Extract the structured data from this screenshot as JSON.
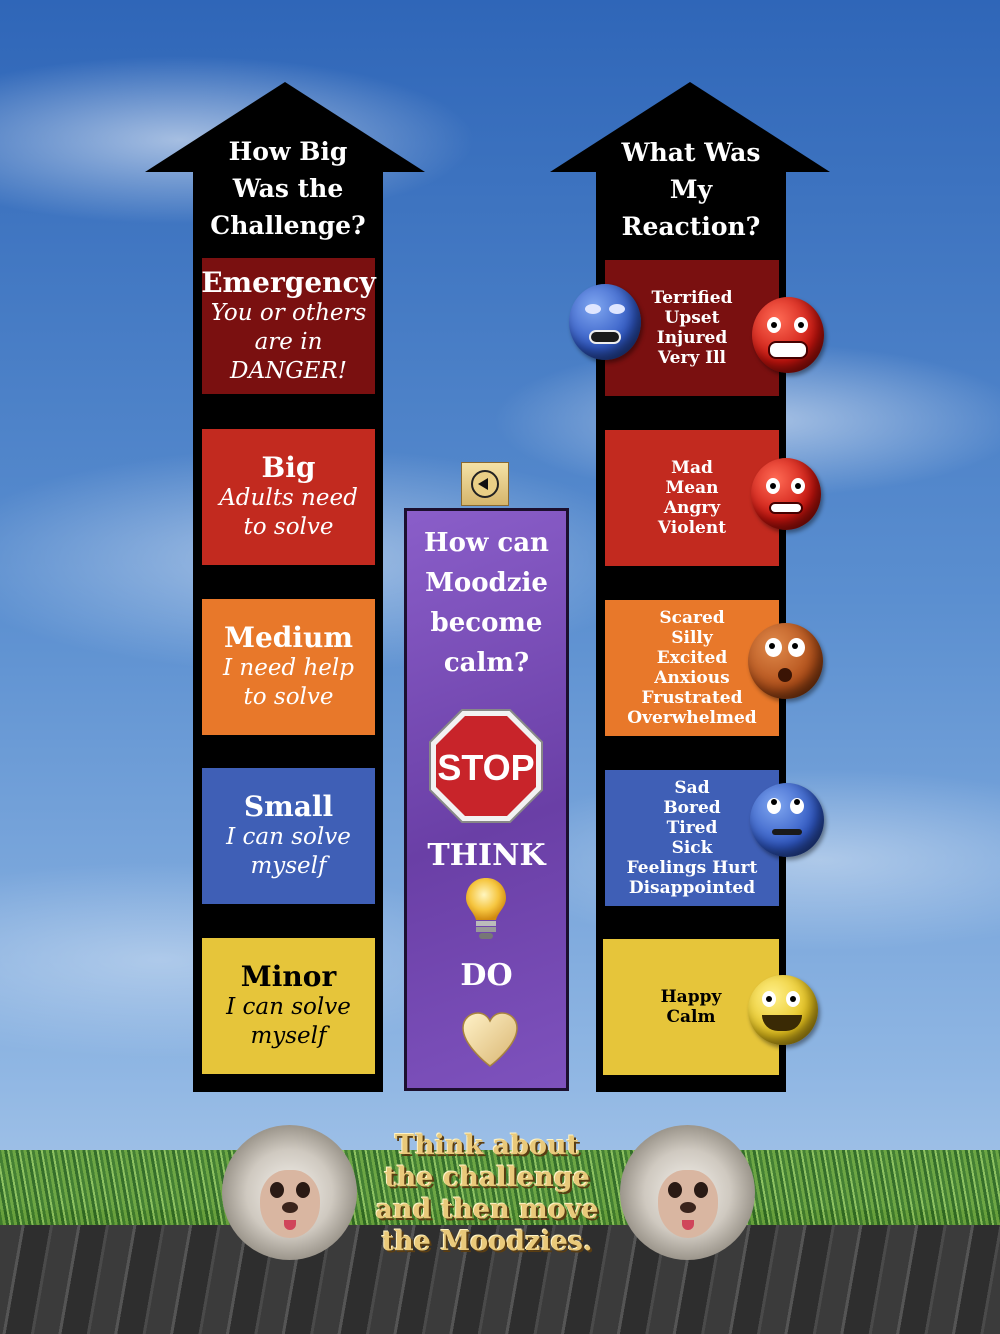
{
  "left_column": {
    "title_lines": [
      "How Big",
      "Was the",
      "Challenge?"
    ],
    "levels": [
      {
        "name": "Emergency",
        "desc_lines": [
          "You or others",
          "are in",
          "DANGER!"
        ],
        "color": "#7a1010",
        "name_color": "#ffffff",
        "desc_color": "#ffffff"
      },
      {
        "name": "Big",
        "desc_lines": [
          "Adults need",
          "to solve"
        ],
        "color": "#c22a1f",
        "name_color": "#ffffff",
        "desc_color": "#ffffff"
      },
      {
        "name": "Medium",
        "desc_lines": [
          "I need help",
          "to solve"
        ],
        "color": "#e8782a",
        "name_color": "#ffffff",
        "desc_color": "#ffffff"
      },
      {
        "name": "Small",
        "desc_lines": [
          "I can solve",
          "myself"
        ],
        "color": "#3f5fb6",
        "name_color": "#ffffff",
        "desc_color": "#ffffff"
      },
      {
        "name": "Minor",
        "desc_lines": [
          "I can solve",
          "myself"
        ],
        "color": "#e6c53a",
        "name_color": "#000000",
        "desc_color": "#000000"
      }
    ]
  },
  "right_column": {
    "title_lines": [
      "What Was",
      "My",
      "Reaction?"
    ],
    "reactions": [
      {
        "words": [
          "Terrified",
          "Upset",
          "Injured",
          "Very Ill"
        ],
        "color": "#7a1010",
        "text_color": "#ffffff"
      },
      {
        "words": [
          "Mad",
          "Mean",
          "Angry",
          "Violent"
        ],
        "color": "#c22a1f",
        "text_color": "#ffffff"
      },
      {
        "words": [
          "Scared",
          "Silly",
          "Excited",
          "Anxious",
          "Frustrated",
          "Overwhelmed"
        ],
        "color": "#e8782a",
        "text_color": "#ffffff"
      },
      {
        "words": [
          "Sad",
          "Bored",
          "Tired",
          "Sick",
          "Feelings Hurt",
          "Disappointed"
        ],
        "color": "#3f5fb6",
        "text_color": "#ffffff"
      },
      {
        "words": [
          "Happy",
          "Calm"
        ],
        "color": "#e6c53a",
        "text_color": "#000000"
      }
    ],
    "moodzie_faces": [
      "blue-crying-face",
      "red-furious-face",
      "red-angry-face",
      "orange-worried-face",
      "blue-sad-face",
      "yellow-happy-face"
    ]
  },
  "center_panel": {
    "back_button_icon": "back-arrow-icon",
    "title_lines": [
      "How can",
      "Moodzie",
      "become",
      "calm?"
    ],
    "stop_text": "STOP",
    "think_label": "THINK",
    "do_label": "DO",
    "icons": [
      "stop-sign-icon",
      "lightbulb-icon",
      "heart-icon"
    ]
  },
  "instructions": {
    "lines": [
      "Think about",
      "the challenge",
      "and then move",
      "the Moodzies."
    ]
  }
}
